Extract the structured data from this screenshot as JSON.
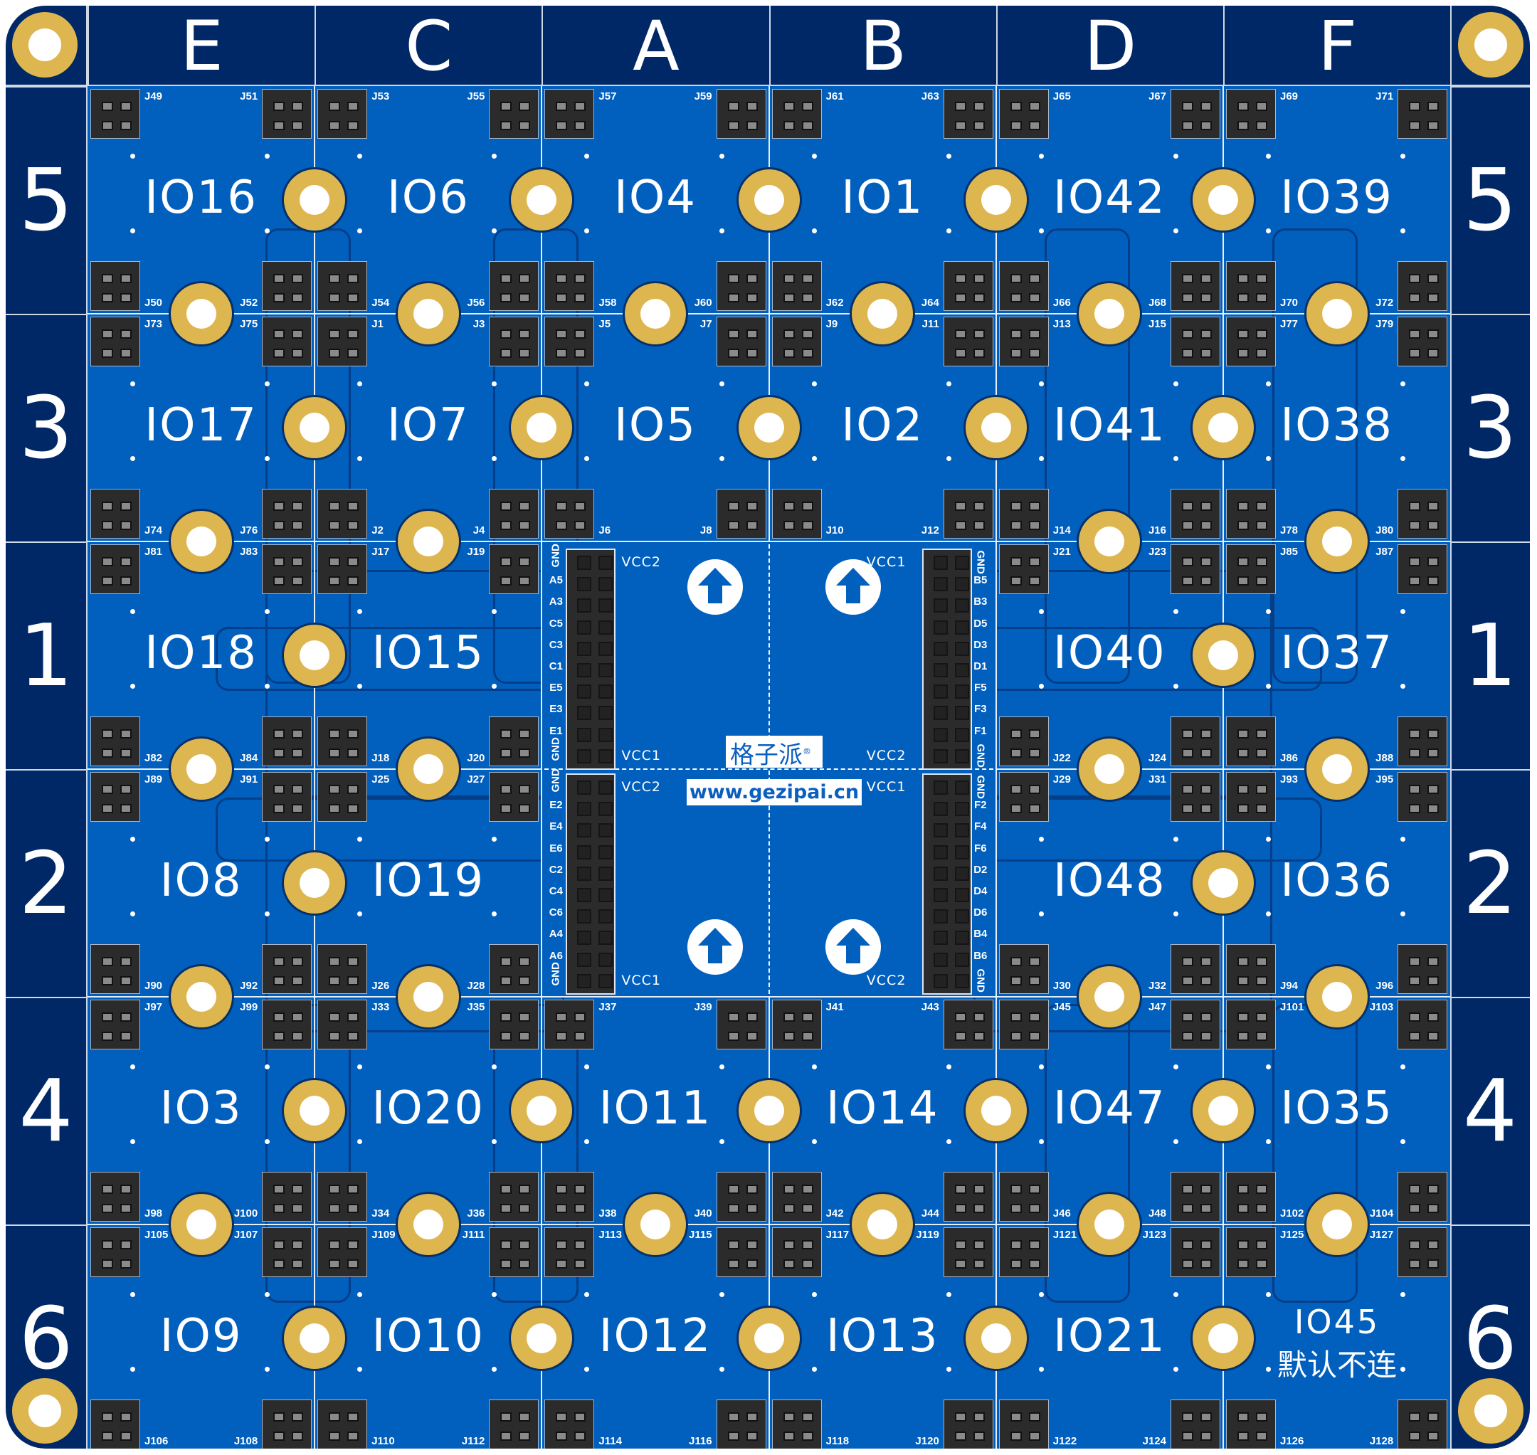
{
  "board": {
    "columns": [
      "E",
      "C",
      "A",
      "B",
      "D",
      "F"
    ],
    "rows": [
      "5",
      "3",
      "1",
      "2",
      "4",
      "6"
    ],
    "colors": {
      "frame": "#012866",
      "copper": "#015fbe",
      "pad_gold": "#deb650",
      "silkscreen": "#ffffff",
      "connector": "#2b2b2b"
    }
  },
  "cells": [
    {
      "row": "5",
      "col": "E",
      "io": "IO16",
      "j": [
        "J49",
        "J51",
        "J50",
        "J52"
      ]
    },
    {
      "row": "5",
      "col": "C",
      "io": "IO6",
      "j": [
        "J53",
        "J55",
        "J54",
        "J56"
      ]
    },
    {
      "row": "5",
      "col": "A",
      "io": "IO4",
      "j": [
        "J57",
        "J59",
        "J58",
        "J60"
      ]
    },
    {
      "row": "5",
      "col": "B",
      "io": "IO1",
      "j": [
        "J61",
        "J63",
        "J62",
        "J64"
      ]
    },
    {
      "row": "5",
      "col": "D",
      "io": "IO42",
      "j": [
        "J65",
        "J67",
        "J66",
        "J68"
      ]
    },
    {
      "row": "5",
      "col": "F",
      "io": "IO39",
      "j": [
        "J69",
        "J71",
        "J70",
        "J72"
      ]
    },
    {
      "row": "3",
      "col": "E",
      "io": "IO17",
      "j": [
        "J73",
        "J75",
        "J74",
        "J76"
      ]
    },
    {
      "row": "3",
      "col": "C",
      "io": "IO7",
      "j": [
        "J1",
        "J3",
        "J2",
        "J4"
      ]
    },
    {
      "row": "3",
      "col": "A",
      "io": "IO5",
      "j": [
        "J5",
        "J7",
        "J6",
        "J8"
      ]
    },
    {
      "row": "3",
      "col": "B",
      "io": "IO2",
      "j": [
        "J9",
        "J11",
        "J10",
        "J12"
      ]
    },
    {
      "row": "3",
      "col": "D",
      "io": "IO41",
      "j": [
        "J13",
        "J15",
        "J14",
        "J16"
      ]
    },
    {
      "row": "3",
      "col": "F",
      "io": "IO38",
      "j": [
        "J77",
        "J79",
        "J78",
        "J80"
      ]
    },
    {
      "row": "1",
      "col": "E",
      "io": "IO18",
      "j": [
        "J81",
        "J83",
        "J82",
        "J84"
      ]
    },
    {
      "row": "1",
      "col": "C",
      "io": "IO15",
      "j": [
        "J17",
        "J19",
        "J18",
        "J20"
      ]
    },
    {
      "row": "1",
      "col": "D",
      "io": "IO40",
      "j": [
        "J21",
        "J23",
        "J22",
        "J24"
      ]
    },
    {
      "row": "1",
      "col": "F",
      "io": "IO37",
      "j": [
        "J85",
        "J87",
        "J86",
        "J88"
      ]
    },
    {
      "row": "2",
      "col": "E",
      "io": "IO8",
      "j": [
        "J89",
        "J91",
        "J90",
        "J92"
      ]
    },
    {
      "row": "2",
      "col": "C",
      "io": "IO19",
      "j": [
        "J25",
        "J27",
        "J26",
        "J28"
      ]
    },
    {
      "row": "2",
      "col": "D",
      "io": "IO48",
      "j": [
        "J29",
        "J31",
        "J30",
        "J32"
      ]
    },
    {
      "row": "2",
      "col": "F",
      "io": "IO36",
      "j": [
        "J93",
        "J95",
        "J94",
        "J96"
      ]
    },
    {
      "row": "4",
      "col": "E",
      "io": "IO3",
      "j": [
        "J97",
        "J99",
        "J98",
        "J100"
      ]
    },
    {
      "row": "4",
      "col": "C",
      "io": "IO20",
      "j": [
        "J33",
        "J35",
        "J34",
        "J36"
      ]
    },
    {
      "row": "4",
      "col": "A",
      "io": "IO11",
      "j": [
        "J37",
        "J39",
        "J38",
        "J40"
      ]
    },
    {
      "row": "4",
      "col": "B",
      "io": "IO14",
      "j": [
        "J41",
        "J43",
        "J42",
        "J44"
      ]
    },
    {
      "row": "4",
      "col": "D",
      "io": "IO47",
      "j": [
        "J45",
        "J47",
        "J46",
        "J48"
      ]
    },
    {
      "row": "4",
      "col": "F",
      "io": "IO35",
      "j": [
        "J101",
        "J103",
        "J102",
        "J104"
      ]
    },
    {
      "row": "6",
      "col": "E",
      "io": "IO9",
      "j": [
        "J105",
        "J107",
        "J106",
        "J108"
      ]
    },
    {
      "row": "6",
      "col": "C",
      "io": "IO10",
      "j": [
        "J109",
        "J111",
        "J110",
        "J112"
      ]
    },
    {
      "row": "6",
      "col": "A",
      "io": "IO12",
      "j": [
        "J113",
        "J115",
        "J114",
        "J116"
      ]
    },
    {
      "row": "6",
      "col": "B",
      "io": "IO13",
      "j": [
        "J117",
        "J119",
        "J118",
        "J120"
      ]
    },
    {
      "row": "6",
      "col": "D",
      "io": "IO21",
      "j": [
        "J121",
        "J123",
        "J122",
        "J124"
      ]
    },
    {
      "row": "6",
      "col": "F",
      "io": "IO45",
      "note": "默认不连",
      "j": [
        "J125",
        "J127",
        "J126",
        "J128"
      ]
    }
  ],
  "center": {
    "left_top_header": {
      "labels": [
        "GND",
        "A5",
        "A3",
        "C5",
        "C3",
        "C1",
        "E5",
        "E3",
        "E1",
        "GND"
      ],
      "top_power": "VCC2",
      "bottom_power": "VCC1"
    },
    "left_bottom_header": {
      "labels": [
        "GND",
        "E2",
        "E4",
        "E6",
        "C2",
        "C4",
        "C6",
        "A4",
        "A6",
        "GND"
      ],
      "top_power": "VCC2",
      "bottom_power": "VCC1"
    },
    "right_top_header": {
      "labels": [
        "GND",
        "B5",
        "B3",
        "D5",
        "D3",
        "D1",
        "F5",
        "F3",
        "F1",
        "GND"
      ],
      "top_power": "VCC1",
      "bottom_power": "VCC2"
    },
    "right_bottom_header": {
      "labels": [
        "GND",
        "F2",
        "F4",
        "F6",
        "D2",
        "D4",
        "D6",
        "B4",
        "B6",
        "GND"
      ],
      "top_power": "VCC1",
      "bottom_power": "VCC2"
    },
    "logo": "格子派",
    "logo_mark": "®",
    "url": "www.gezipai.cn",
    "arrow_icons": [
      "up-arrow",
      "up-arrow",
      "up-arrow",
      "up-arrow"
    ]
  }
}
